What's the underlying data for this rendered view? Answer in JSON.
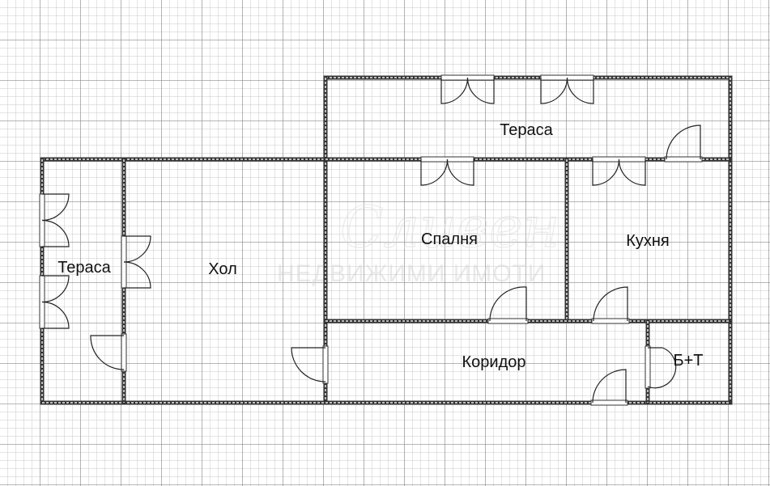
{
  "rooms": [
    {
      "id": "terrace-top",
      "label": "Тераса"
    },
    {
      "id": "terrace-left",
      "label": "Тераса"
    },
    {
      "id": "hall",
      "label": "Хол"
    },
    {
      "id": "bedroom",
      "label": "Спалня"
    },
    {
      "id": "kitchen",
      "label": "Кухня"
    },
    {
      "id": "corridor",
      "label": "Коридор"
    },
    {
      "id": "bathroom",
      "label": "Б+Т"
    }
  ],
  "watermark": {
    "script": "Сливен",
    "text": "НЕДВИЖИМИ ИМОТИ"
  },
  "colors": {
    "grid_minor": "#c8c8c8",
    "grid_major": "#909090",
    "wall": "#333333",
    "text": "#111111"
  }
}
